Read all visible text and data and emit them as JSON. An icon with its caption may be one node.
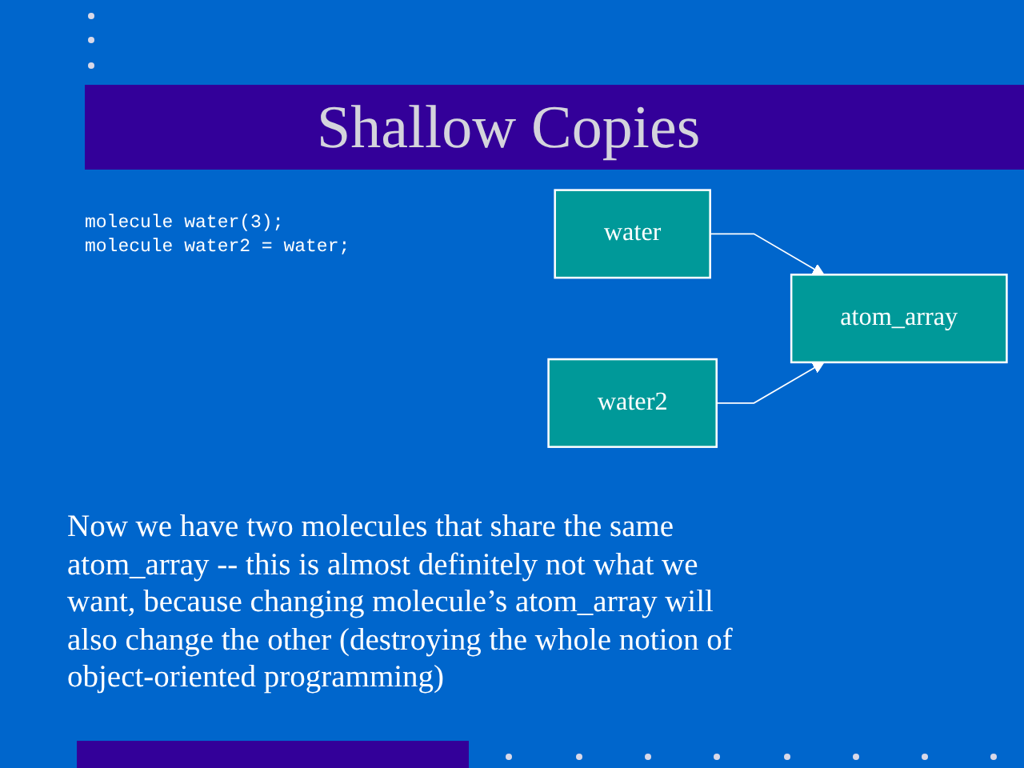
{
  "diagram": {
    "title": "Shallow Copies",
    "nodes": [
      {
        "text": [
          "water"
        ]
      },
      {
        "text": [
          "water2"
        ]
      },
      {
        "text": [
          "atom_array"
        ]
      }
    ],
    "edges": [
      {
        "from": 0,
        "to": 2,
        "arrow": "to"
      },
      {
        "from": 1,
        "to": 2,
        "arrow": "to"
      }
    ],
    "labels": [
      "molecule water(3);",
      "molecule water2 = water;",
      "Now we have two molecules that share the same atom_array -- this is almost definitely not what we want, because changing molecule’s atom_array will also change the other (destroying the whole notion of object-oriented programming)"
    ]
  }
}
